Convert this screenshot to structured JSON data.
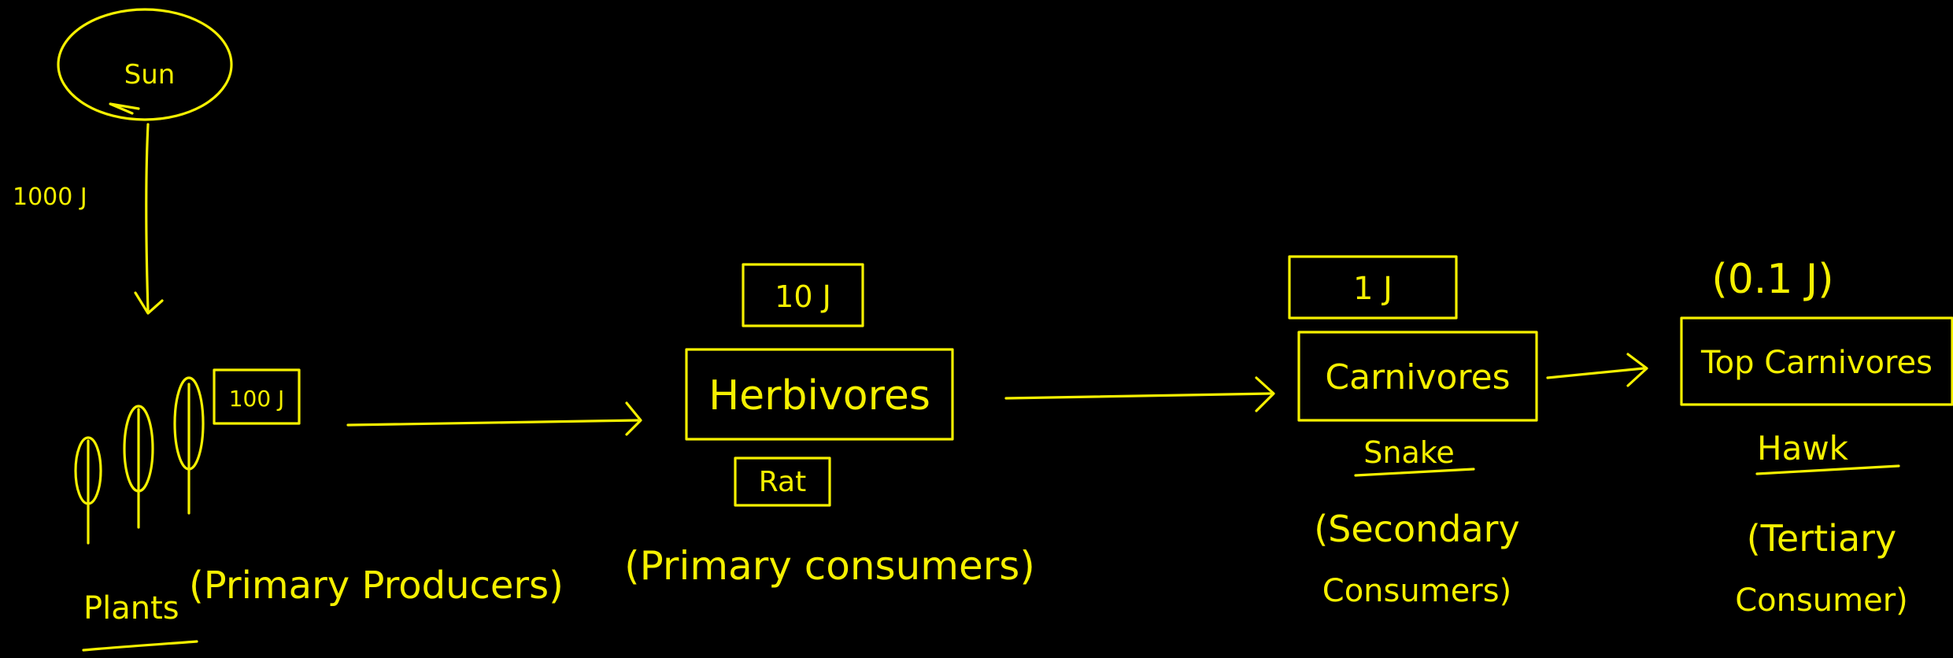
{
  "colors": {
    "ink": "#f5f000",
    "background": "#000000"
  },
  "sun": {
    "label": "Sun"
  },
  "sun_energy": "1000 J",
  "producers": {
    "energy": "100 J",
    "label": "Plants",
    "role": "(Primary Producers)"
  },
  "herbivores": {
    "energy": "10 J",
    "label": "Herbivores",
    "example": "Rat",
    "role": "(Primary consumers)"
  },
  "carnivores": {
    "energy": "1 J",
    "label": "Carnivores",
    "example": "Snake",
    "role_line1": "(Secondary",
    "role_line2": "Consumers)"
  },
  "top_carnivores": {
    "energy": "(0.1 J)",
    "label": "Top Carnivores",
    "example": "Hawk",
    "role_line1": "(Tertiary",
    "role_line2": "Consumer)"
  }
}
